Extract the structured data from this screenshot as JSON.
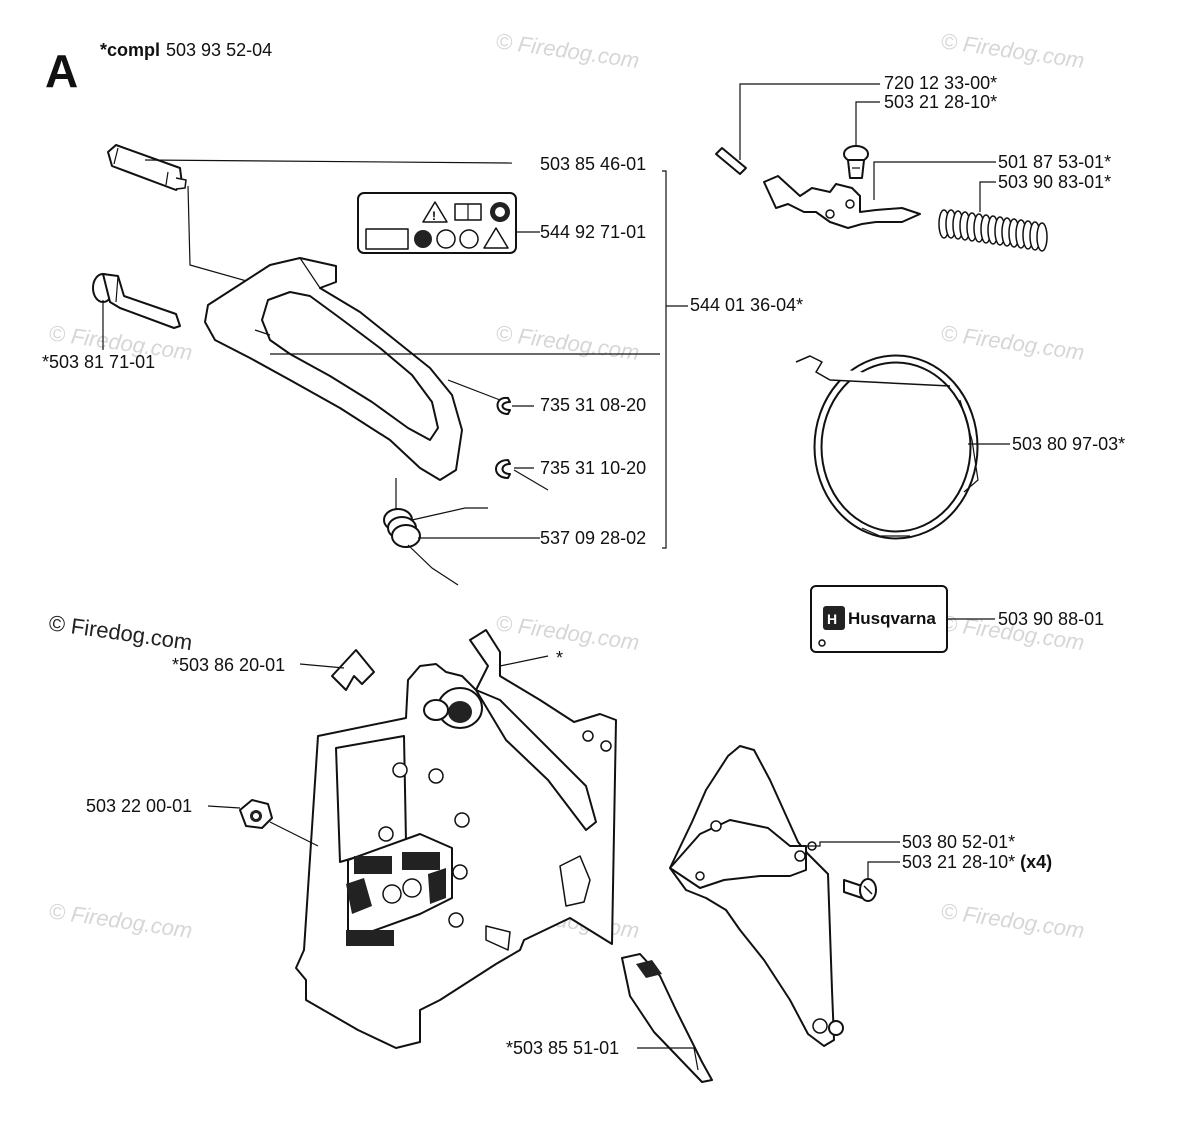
{
  "diagram": {
    "section_letter": "A",
    "header": {
      "prefix": "*compl",
      "number": "503 93 52-04"
    },
    "watermark": "© Firedog.com",
    "group_label": "544 01 36-04*",
    "labels": {
      "l1": "503 85 46-01",
      "l2": "544 92 71-01",
      "l3": "*503 81 71-01",
      "l4": "735 31 08-20",
      "l5": "735 31 10-20",
      "l6": "537 09 28-02",
      "l7": "720 12 33-00*",
      "l8": "503 21 28-10*",
      "l9": "501 87 53-01*",
      "l10": "503 90 83-01*",
      "l11": "503 80 97-03*",
      "l12": "503 90 88-01",
      "l13": "*503 86 20-01",
      "l14": "*",
      "l15": "503 22 00-01",
      "l16": "503 80 52-01*",
      "l17": "503 21 28-10*",
      "l17_qty": "(x4)",
      "l18": "*503 85 51-01"
    },
    "decal_brand": "Husqvarna"
  }
}
